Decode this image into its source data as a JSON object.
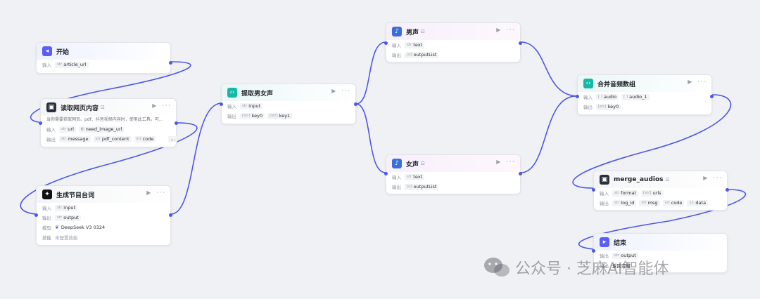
{
  "labels": {
    "input": "输入",
    "output": "输出",
    "model": "模型",
    "skill": "技能"
  },
  "nodes": {
    "start": {
      "title": "开始",
      "inputs": [
        {
          "type": "str",
          "name": "article_url"
        }
      ]
    },
    "read": {
      "title": "读取网页内容",
      "desc": "当你需要获取网页、pdf、抖音视频内容时，使用此工具。可…",
      "inputs": [
        {
          "type": "str",
          "name": "url"
        },
        {
          "type": "◐",
          "name": "need_image_url"
        }
      ],
      "outputs": [
        {
          "type": "str",
          "name": "message"
        },
        {
          "type": "str",
          "name": "pdf_content"
        },
        {
          "type": "int",
          "name": "code"
        }
      ],
      "more": "…"
    },
    "gen": {
      "title": "生成节目台词",
      "inputs": [
        {
          "type": "str",
          "name": "input"
        }
      ],
      "outputs": [
        {
          "type": "str",
          "name": "output"
        }
      ],
      "model": "DeepSeek V3 0324",
      "skill": "未配置技能"
    },
    "extract": {
      "title": "提取男女声",
      "inputs": [
        {
          "type": "str",
          "name": "input"
        }
      ],
      "outputs": [
        {
          "type": "[str]",
          "name": "key0"
        },
        {
          "type": "[str]",
          "name": "key1"
        }
      ]
    },
    "male": {
      "title": "男声",
      "inputs": [
        {
          "type": "str",
          "name": "text"
        }
      ],
      "outputs": [
        {
          "type": "[o]",
          "name": "outputList"
        }
      ]
    },
    "female": {
      "title": "女声",
      "inputs": [
        {
          "type": "str",
          "name": "text"
        }
      ],
      "outputs": [
        {
          "type": "[o]",
          "name": "outputList"
        }
      ]
    },
    "merge": {
      "title": "合并音频数组",
      "inputs": [
        {
          "type": "[ ]",
          "name": "audio"
        },
        {
          "type": "[ ]",
          "name": "audio_1"
        }
      ],
      "outputs": [
        {
          "type": "[str]",
          "name": "key0"
        }
      ]
    },
    "mergeAudios": {
      "title": "merge_audios",
      "inputs": [
        {
          "type": "str",
          "name": "format"
        },
        {
          "type": "[str]",
          "name": "urls"
        }
      ],
      "outputs": [
        {
          "type": "str",
          "name": "log_id"
        },
        {
          "type": "str",
          "name": "msg"
        },
        {
          "type": "int",
          "name": "code"
        },
        {
          "type": "{}",
          "name": "data"
        }
      ]
    },
    "end": {
      "title": "结束",
      "inputs": [
        {
          "type": "str",
          "name": "output"
        }
      ],
      "outputs_text": "返回变量"
    }
  },
  "icons": {
    "play": "play-icon",
    "more": "more-icon",
    "lock": "lock-icon"
  },
  "colors": {
    "edge": "#4f57e8",
    "canvas": "#f0f1f4"
  },
  "watermark": {
    "account": "公众号 · 芝麻AI智能体"
  }
}
